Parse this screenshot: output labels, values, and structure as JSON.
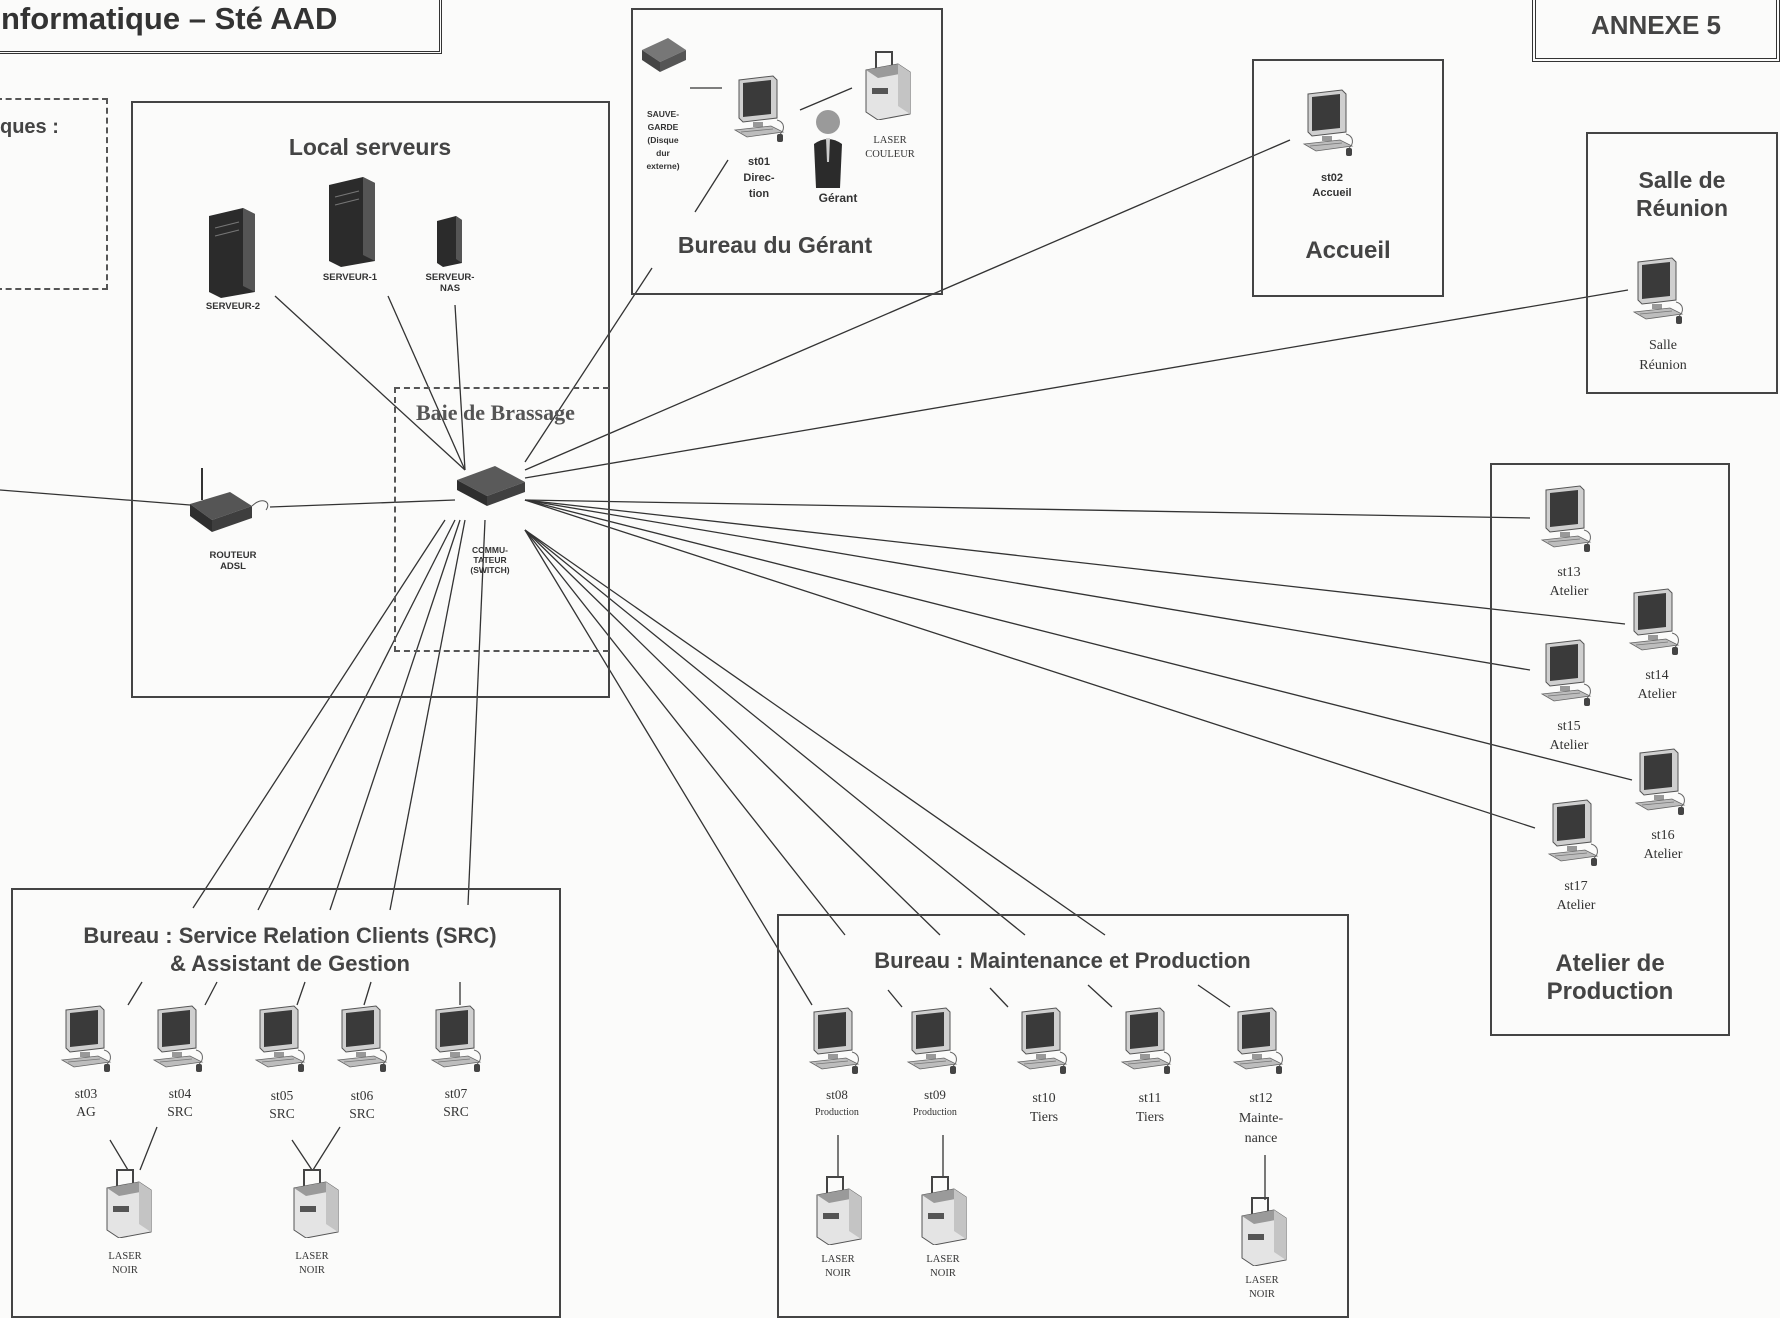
{
  "header": {
    "title": "nformatique – Sté AAD",
    "annex": "ANNEXE 5",
    "legend_fragment": "ques :"
  },
  "zones": {
    "local_serveurs": "Local serveurs",
    "baie": "Baie de Brassage",
    "gerant": "Bureau du Gérant",
    "accueil": "Accueil",
    "reunion": [
      "Salle de",
      "Réunion"
    ],
    "src": [
      "Bureau : Service Relation Clients (SRC)",
      "& Assistant de Gestion"
    ],
    "maint": "Bureau : Maintenance et Production",
    "atelier": [
      "Atelier de",
      "Production"
    ]
  },
  "devices": {
    "serveur2": "SERVEUR-2",
    "serveur1": "SERVEUR-1",
    "nas": [
      "SERVEUR-",
      "NAS"
    ],
    "routeur": [
      "ROUTEUR",
      "ADSL"
    ],
    "switch": [
      "COMMU-",
      "TATEUR",
      "(SWITCH)"
    ],
    "sauvegarde": [
      "SAUVE-",
      "GARDE",
      "(Disque",
      "dur",
      "externe)"
    ],
    "st01": [
      "st01",
      "Direc-",
      "tion"
    ],
    "gerant": "Gérant",
    "laser_couleur": [
      "LASER",
      "COULEUR"
    ],
    "st02": [
      "st02",
      "Accueil"
    ],
    "salle": [
      "Salle",
      "Réunion"
    ],
    "st03": [
      "st03",
      "AG"
    ],
    "st04": [
      "st04",
      "SRC"
    ],
    "st05": [
      "st05",
      "SRC"
    ],
    "st06": [
      "st06",
      "SRC"
    ],
    "st07": [
      "st07",
      "SRC"
    ],
    "st08": [
      "st08",
      "Production"
    ],
    "st09": [
      "st09",
      "Production"
    ],
    "st10": [
      "st10",
      "Tiers"
    ],
    "st11": [
      "st11",
      "Tiers"
    ],
    "st12": [
      "st12",
      "Mainte-",
      "nance"
    ],
    "st13": [
      "st13",
      "Atelier"
    ],
    "st14": [
      "st14",
      "Atelier"
    ],
    "st15": [
      "st15",
      "Atelier"
    ],
    "st16": [
      "st16",
      "Atelier"
    ],
    "st17": [
      "st17",
      "Atelier"
    ],
    "laser_noir": [
      "LASER",
      "NOIR"
    ]
  },
  "colors": {
    "line": "#333333",
    "box": "#444444",
    "pc_screen": "#3a3a3a",
    "pc_body": "#dcdcdc"
  }
}
